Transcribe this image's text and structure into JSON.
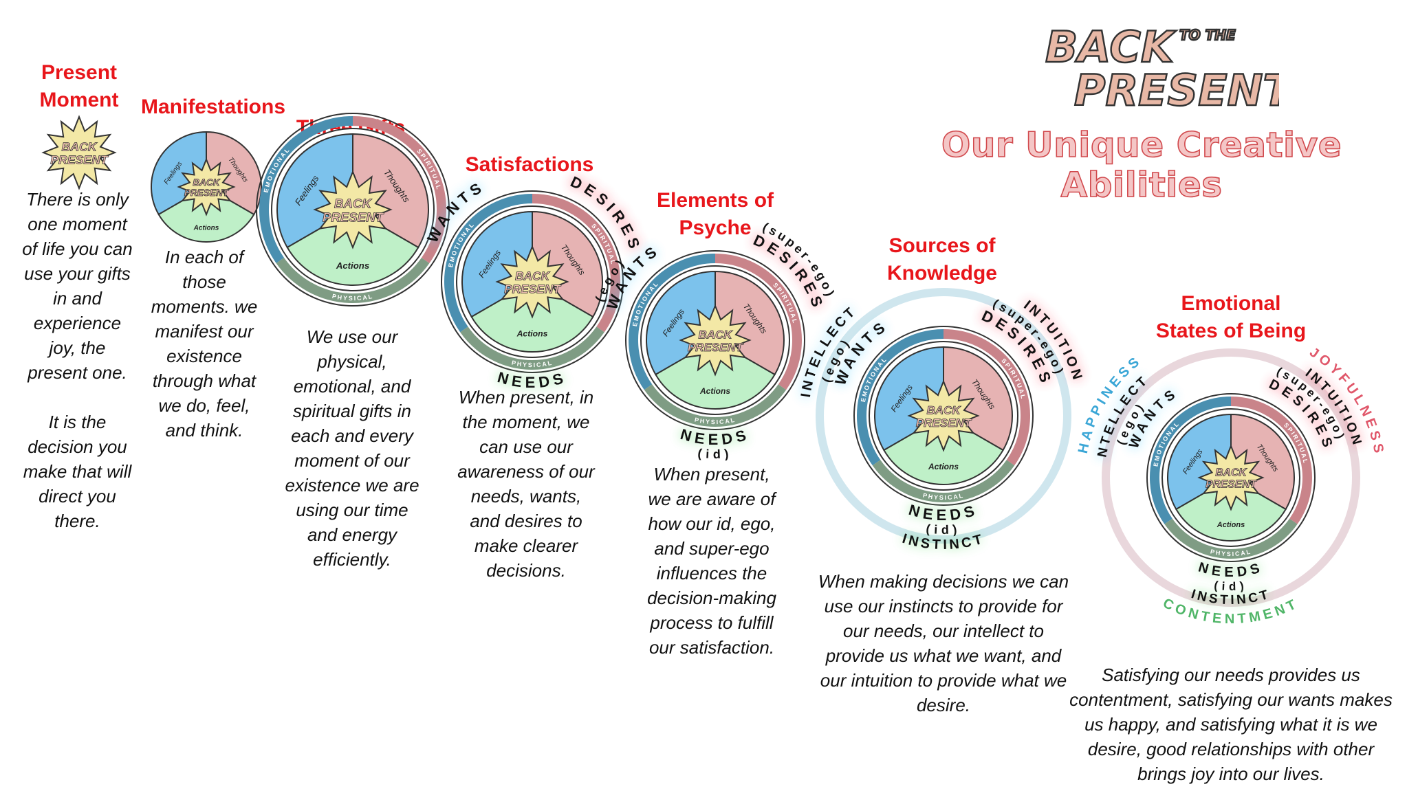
{
  "brand": {
    "line1": "BACK",
    "line1_small": "TO THE",
    "line2": "PRESENT"
  },
  "heading": "Our Unique Creative Abilities",
  "colors": {
    "stage_title": "#e8161b",
    "feelings": "#7cc2ec",
    "thoughts": "#e6b3b3",
    "actions": "#bff0c8",
    "emotional": "#4a8fb0",
    "spiritual": "#c9848a",
    "physical": "#7f9c84",
    "wants_glow": "#5ad0ff",
    "desires_glow": "#ff4a5e",
    "needs_glow": "#6fe07a"
  },
  "wheel": {
    "feelings": "Feelings",
    "thoughts": "Thoughts",
    "actions": "Actions",
    "emotional": "EMOTIONAL",
    "spiritual": "SPIRITUAL",
    "physical": "PHYSICAL"
  },
  "labels": {
    "wants": "WANTS",
    "desires": "DESIRES",
    "needs": "NEEDS",
    "ego": "(ego)",
    "super_ego": "(super-ego)",
    "id": "(id)",
    "intellect": "INTELLECT",
    "intuition": "INTUITION",
    "instinct": "INSTINCT",
    "happiness": "HAPPINESS",
    "joyfulness": "JOYFULNESS",
    "contentment": "CONTENTMENT"
  },
  "stages": [
    {
      "title_lines": [
        "Present",
        "Moment"
      ],
      "desc": [
        "There is only one moment of life you can use your gifts in and experience joy, the present one.",
        "It is the decision you make that will direct you there."
      ]
    },
    {
      "title_lines": [
        "Manifestations"
      ],
      "desc": [
        "In each of those moments. we manifest our existence through what we do, feel, and think."
      ]
    },
    {
      "title_lines": [
        "Three Gifts"
      ],
      "desc": [
        "We use our physical, emotional, and spiritual gifts in each and every moment of our existence we are using our time and energy efficiently."
      ]
    },
    {
      "title_lines": [
        "Satisfactions"
      ],
      "desc": [
        "When present, in the moment, we can use our awareness of our needs, wants, and desires to make clearer decisions."
      ]
    },
    {
      "title_lines": [
        "Elements of",
        "Psyche"
      ],
      "desc": [
        "When present, we are aware of how our id, ego, and super-ego influences the decision-making process to fulfill our satisfaction."
      ]
    },
    {
      "title_lines": [
        "Sources of",
        "Knowledge"
      ],
      "desc": [
        "When making decisions we can use our instincts to provide for our needs, our intellect to provide us what we want, and our intuition to provide what we desire."
      ]
    },
    {
      "title_lines": [
        "Emotional",
        "States of Being"
      ],
      "desc": [
        "Satisfying our needs provides us contentment, satisfying our wants makes us happy, and satisfying what it is we desire, good relationships with other brings joy into our lives."
      ]
    }
  ]
}
